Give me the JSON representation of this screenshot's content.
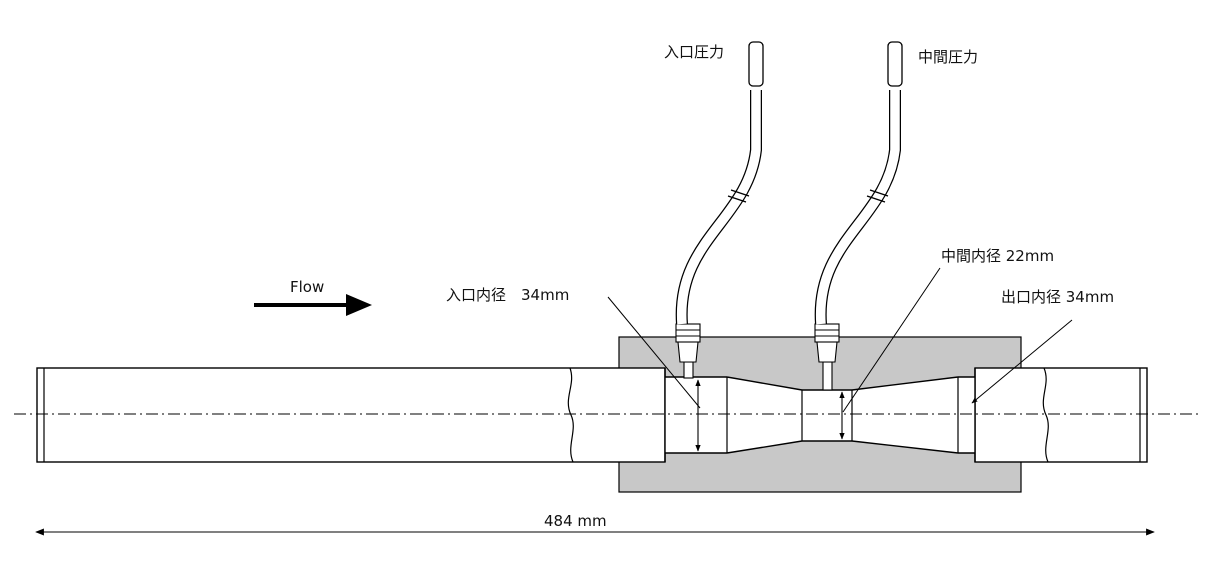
{
  "labels": {
    "flow": "Flow",
    "inlet_pressure": "入口圧力",
    "mid_pressure": "中間圧力",
    "inlet_diameter": "入口内径　34mm",
    "mid_diameter": "中間内径 22mm",
    "outlet_diameter": "出口内径 34mm",
    "total_length": "484 mm"
  },
  "colors": {
    "line": "#000000",
    "block_fill": "#c8c8c8",
    "pipe_fill": "#ffffff"
  },
  "icons": {
    "flow_arrow": "arrow-right-icon"
  }
}
